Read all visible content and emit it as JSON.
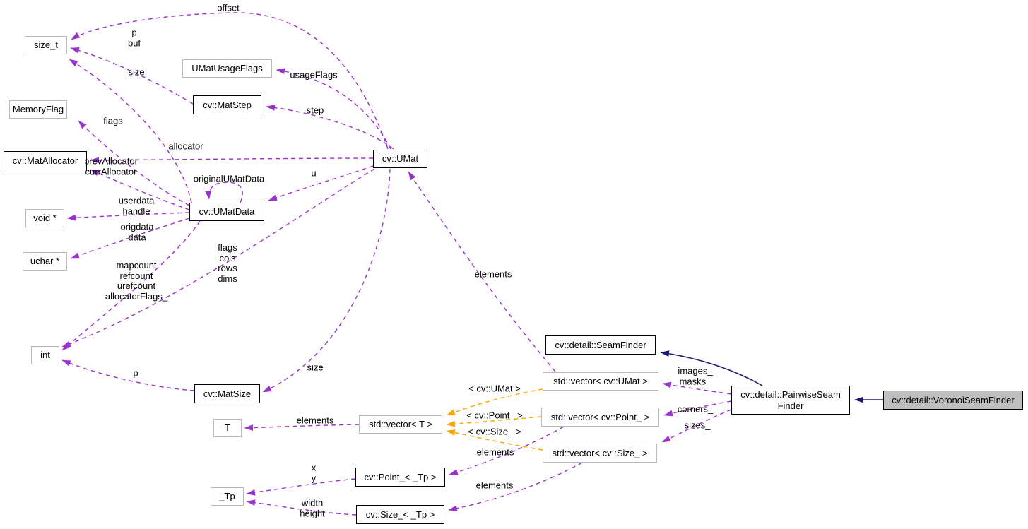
{
  "diagram": {
    "type": "doxygen-collaboration-graph",
    "colors": {
      "usage_edge": "#9a32cd",
      "template_edge": "#ffa500",
      "inheritance_edge": "#191970",
      "node_border_documented": "#000000",
      "node_border_undocumented": "#b9b9b9",
      "highlight_fill": "#bfbfbf"
    },
    "nodes": {
      "size_t": {
        "label": "size_t"
      },
      "memoryflag": {
        "label": "MemoryFlag"
      },
      "matallocator": {
        "label": "cv::MatAllocator"
      },
      "voidptr": {
        "label": "void *"
      },
      "ucharptr": {
        "label": "uchar *"
      },
      "int": {
        "label": "int"
      },
      "umatusageflags": {
        "label": "UMatUsageFlags"
      },
      "matstep": {
        "label": "cv::MatStep"
      },
      "umat": {
        "label": "cv::UMat"
      },
      "umatdata": {
        "label": "cv::UMatData"
      },
      "matsize": {
        "label": "cv::MatSize"
      },
      "t": {
        "label": "T"
      },
      "vector_t": {
        "label": "std::vector< T >"
      },
      "point_tp": {
        "label": "cv::Point_< _Tp >"
      },
      "size_tp": {
        "label": "cv::Size_< _Tp >"
      },
      "tp": {
        "label": "_Tp"
      },
      "vector_umat": {
        "label": "std::vector< cv::UMat >"
      },
      "vector_point": {
        "label": "std::vector< cv::Point_ >"
      },
      "vector_size": {
        "label": "std::vector< cv::Size_ >"
      },
      "seamfinder": {
        "label": "cv::detail::SeamFinder"
      },
      "pairwise": {
        "label": "cv::detail::PairwiseSeam\nFinder"
      },
      "voronoi": {
        "label": "cv::detail::VoronoiSeamFinder"
      }
    },
    "edge_labels": {
      "offset": {
        "text": "offset"
      },
      "p_buf": {
        "text": "p\nbuf"
      },
      "size_umatdata": {
        "text": "size"
      },
      "usageflags": {
        "text": "usageFlags"
      },
      "step": {
        "text": "step"
      },
      "flags_memoryflag": {
        "text": "flags"
      },
      "allocator": {
        "text": "allocator"
      },
      "prev_curr": {
        "text": "prevAllocator\ncurrAllocator"
      },
      "original_umatdata": {
        "text": "originalUMatData"
      },
      "u": {
        "text": "u"
      },
      "userdata_handle": {
        "text": "userdata\nhandle"
      },
      "origdata_data": {
        "text": "origdata\ndata"
      },
      "mapcount_block": {
        "text": "mapcount\nrefcount\nurefcount\nallocatorFlags_"
      },
      "flags_cols_rows_dims": {
        "text": "flags\ncols\nrows\ndims"
      },
      "elements_umat": {
        "text": "elements"
      },
      "p": {
        "text": "p"
      },
      "size_matsize": {
        "text": "size"
      },
      "images_masks": {
        "text": "images_\nmasks_"
      },
      "corners": {
        "text": "corners_"
      },
      "sizes": {
        "text": "sizes_"
      },
      "tmpl_umat": {
        "text": "< cv::UMat >"
      },
      "tmpl_point": {
        "text": "< cv::Point_ >"
      },
      "tmpl_size": {
        "text": "< cv::Size_ >"
      },
      "elements_t": {
        "text": "elements"
      },
      "elements_point": {
        "text": "elements"
      },
      "elements_size": {
        "text": "elements"
      },
      "x_y": {
        "text": "x\ny"
      },
      "width_height": {
        "text": "width\nheight"
      }
    }
  }
}
